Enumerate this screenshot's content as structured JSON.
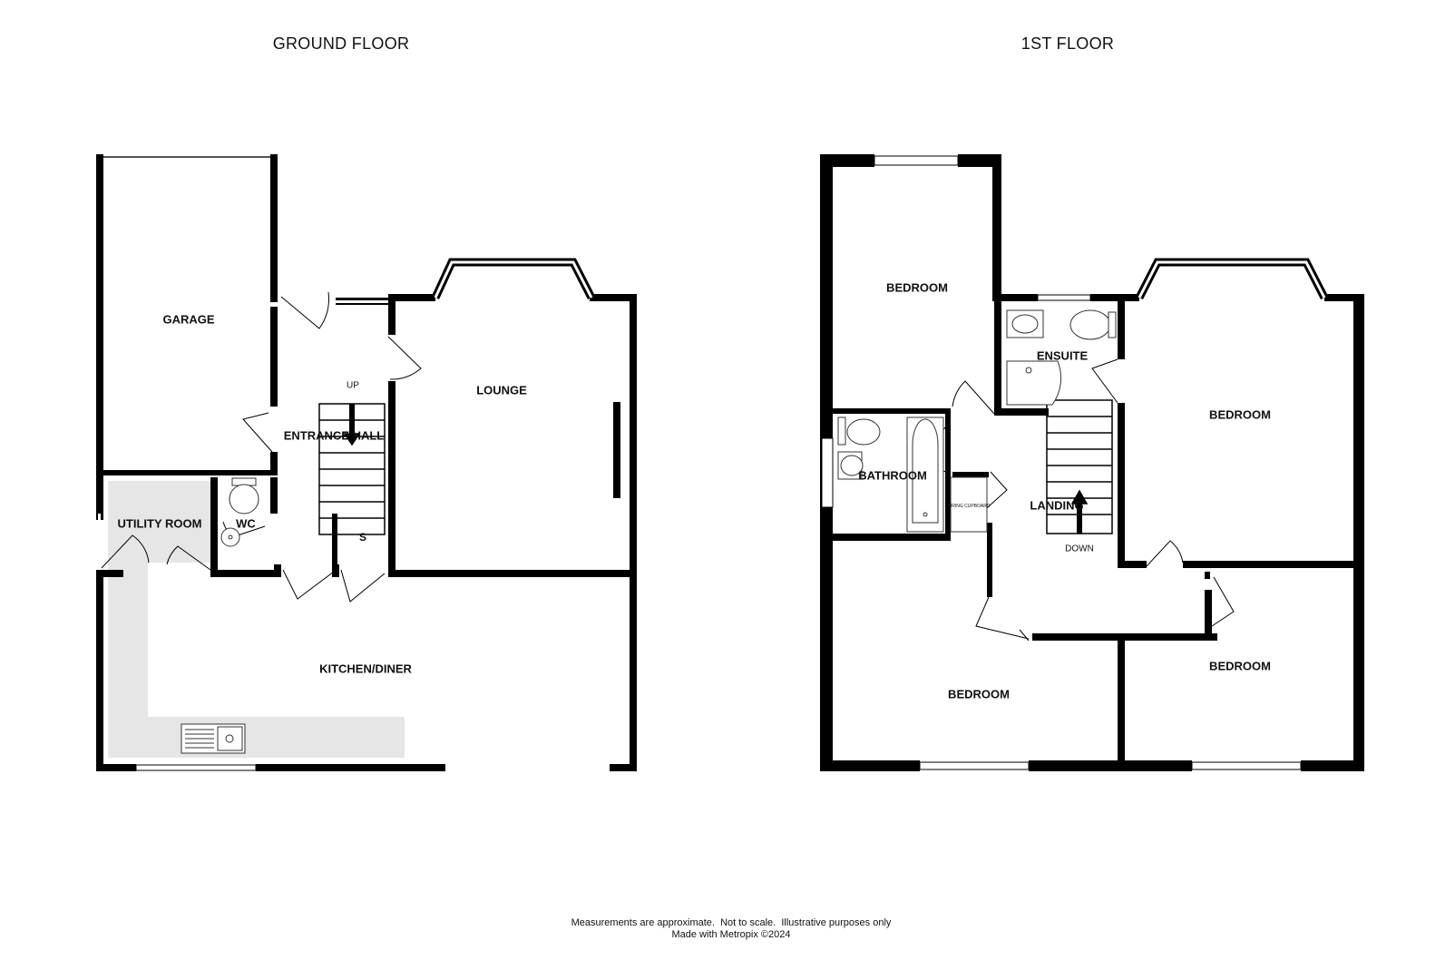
{
  "floors": {
    "ground": {
      "title": "GROUND FLOOR",
      "rooms": {
        "garage": "GARAGE",
        "lounge": "LOUNGE",
        "entrance_hall": "ENTRANCE HALL",
        "utility_room": "UTILITY ROOM",
        "wc": "WC",
        "kitchen_diner": "KITCHEN/DINER"
      },
      "stairs": {
        "up": "UP",
        "s": "S"
      }
    },
    "first": {
      "title": "1ST FLOOR",
      "rooms": {
        "bedroom_top_left": "BEDROOM",
        "ensuite": "ENSUITE",
        "bedroom_right": "BEDROOM",
        "bathroom": "BATHROOM",
        "airing_cupboard": "AIRING CUPBOARD",
        "landing": "LANDING",
        "bedroom_bottom_left": "BEDROOM",
        "bedroom_bottom_right": "BEDROOM"
      },
      "stairs": {
        "down": "DOWN"
      }
    }
  },
  "footer": {
    "line1": "Measurements are approximate.  Not to scale.  Illustrative purposes only",
    "line2": "Made with Metropix ©2024"
  },
  "colors": {
    "wall": "#000000",
    "counter": "#e6e6e6",
    "fixture": "#333333"
  }
}
